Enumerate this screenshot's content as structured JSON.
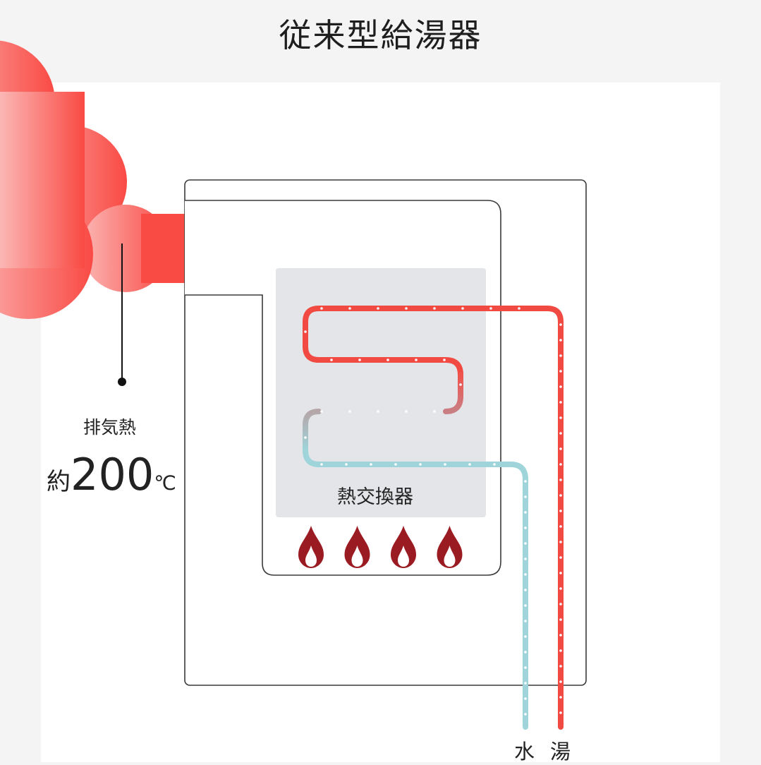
{
  "title": "従来型給湯器",
  "exhaust": {
    "label": "排気熱",
    "temp_prefix": "約",
    "temp_value": "200",
    "temp_unit": "℃"
  },
  "heat_exchanger": {
    "label": "熱交換器"
  },
  "pipes": {
    "water_label": "水",
    "hot_label": "湯"
  },
  "colors": {
    "hot": "#f04a42",
    "cold": "#9fd4da",
    "flame": "#9b1b22",
    "heat_exchanger_bg": "#e4e5e8",
    "cloud": "#fa6a66",
    "outline": "#3a3a3a"
  },
  "flames": {
    "count": 4
  }
}
